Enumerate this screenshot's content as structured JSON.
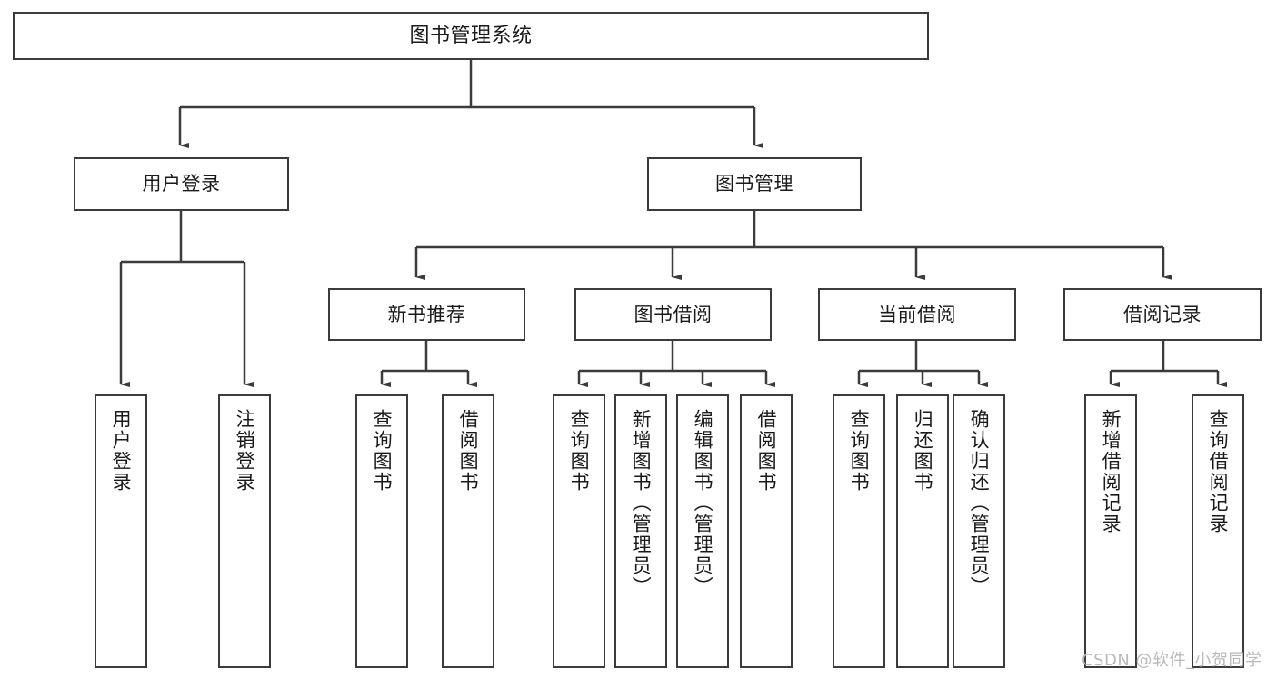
{
  "diagram": {
    "title": "图书管理系统",
    "watermark": "CSDN @软件_小贺同学",
    "line_color": "#3b3b3b",
    "box_fill": "#ffffff",
    "text_color": "#1a1a1a",
    "watermark_color": "#b9b9b9",
    "nodes": {
      "root": {
        "label": "图书管理系统"
      },
      "level2": [
        {
          "label": "用户登录"
        },
        {
          "label": "图书管理"
        }
      ],
      "level3": [
        {
          "label": "新书推荐"
        },
        {
          "label": "图书借阅"
        },
        {
          "label": "当前借阅"
        },
        {
          "label": "借阅记录"
        }
      ],
      "leaves_user_login": [
        {
          "label": "用户登录"
        },
        {
          "label": "注销登录"
        }
      ],
      "leaves_new_books": [
        {
          "label": "查询图书"
        },
        {
          "label": "借阅图书"
        }
      ],
      "leaves_borrow": [
        {
          "label": "查询图书"
        },
        {
          "label": "新增图书（管理员）"
        },
        {
          "label": "编辑图书（管理员）"
        },
        {
          "label": "借阅图书"
        }
      ],
      "leaves_current": [
        {
          "label": "查询图书"
        },
        {
          "label": "归还图书"
        },
        {
          "label": "确认归还（管理员）"
        }
      ],
      "leaves_records": [
        {
          "label": "新增借阅记录"
        },
        {
          "label": "查询借阅记录"
        }
      ]
    }
  }
}
